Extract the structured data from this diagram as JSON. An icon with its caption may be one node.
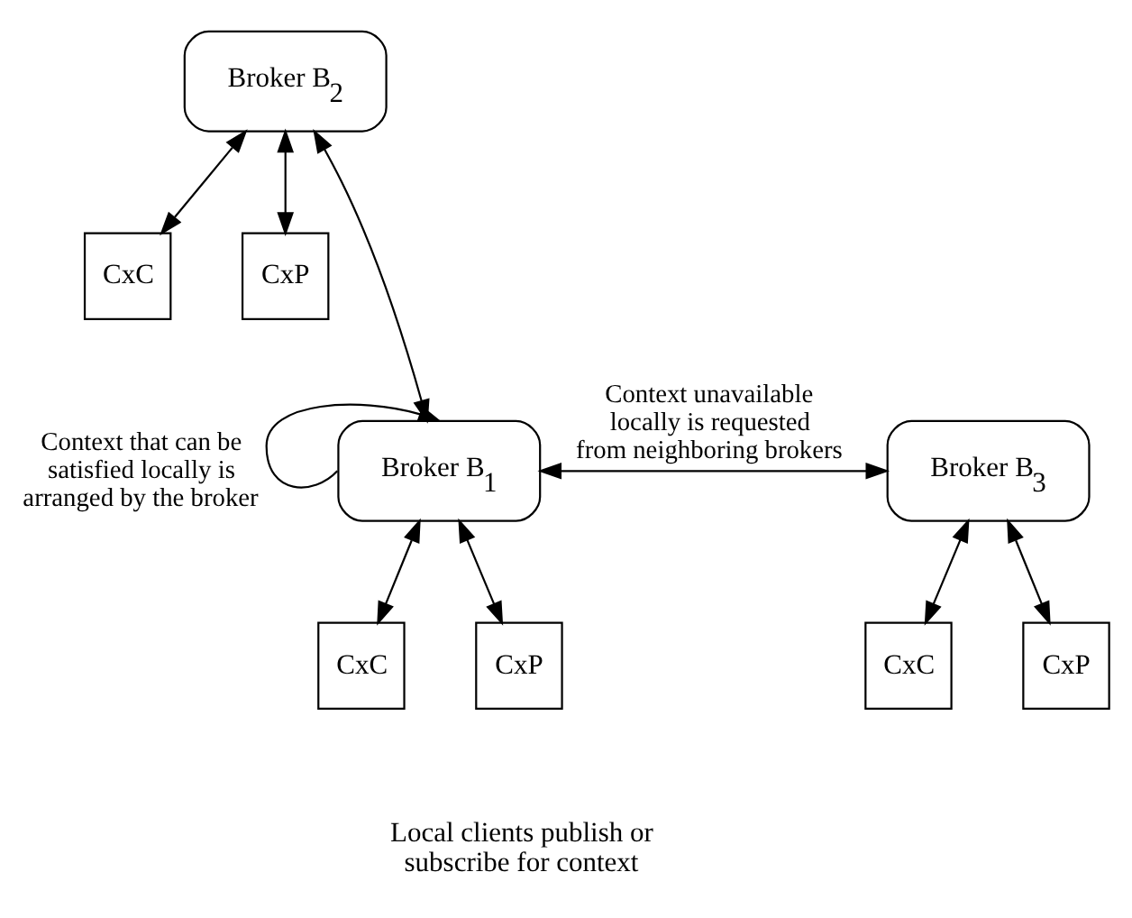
{
  "diagram": {
    "nodes": [
      {
        "text": [
          "Broker B$_{2}$"
        ]
      },
      {
        "text": [
          "CxC"
        ]
      },
      {
        "text": [
          "CxP"
        ]
      },
      {
        "text": [
          "Broker B$_{1}$"
        ]
      },
      {
        "text": [
          "CxC"
        ]
      },
      {
        "text": [
          "CxP"
        ]
      },
      {
        "text": [
          "Broker B$_{3}$"
        ]
      },
      {
        "text": [
          "CxC"
        ]
      },
      {
        "text": [
          "CxP"
        ]
      }
    ],
    "edges": [
      {
        "from": 0,
        "to": 1,
        "arrow": "both"
      },
      {
        "from": 0,
        "to": 2,
        "arrow": "both"
      },
      {
        "from": 3,
        "to": 0,
        "arrow": "both"
      },
      {
        "from": 3,
        "to": 3,
        "arrow": "to",
        "label": "Context that can be satisfied locally is arranged by the broker"
      },
      {
        "from": 3,
        "to": 6,
        "arrow": "both",
        "label": "Context unavailable locally is requested from neighboring brokers"
      },
      {
        "from": 3,
        "to": 4,
        "arrow": "both"
      },
      {
        "from": 3,
        "to": 5,
        "arrow": "both"
      },
      {
        "from": 6,
        "to": 7,
        "arrow": "both"
      },
      {
        "from": 6,
        "to": 8,
        "arrow": "both"
      }
    ],
    "labels": [
      "Local clients publish or subscribe for context"
    ]
  }
}
